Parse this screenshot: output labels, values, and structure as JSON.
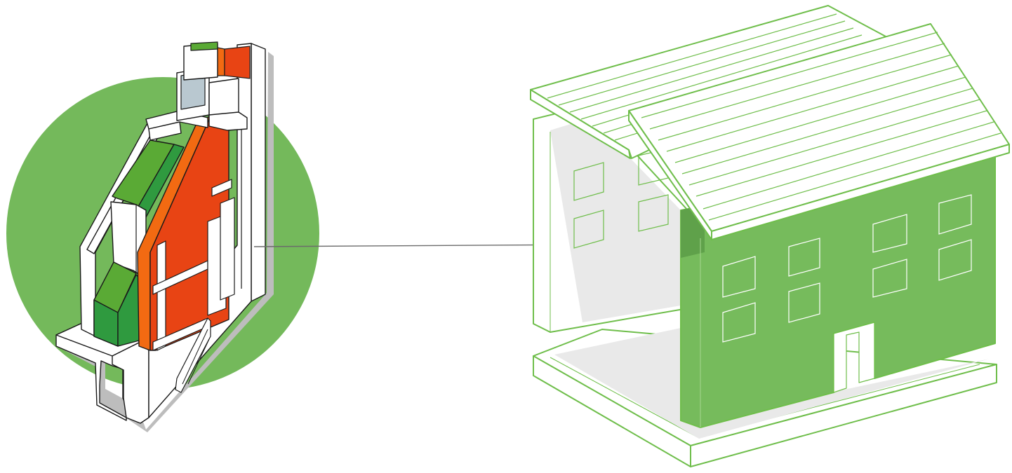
{
  "diagram": {
    "kind": "wall-section-to-building-callout",
    "components": [
      "wall-section-detail",
      "building-exploded-view",
      "callout-connector"
    ],
    "colors": {
      "green_background": "#74b95b",
      "green_light": "#5aaa35",
      "green_dark": "#2f9a3f",
      "orange_light": "#f26a12",
      "orange_dark": "#e84414",
      "glass": "#b9c8d0",
      "outline": "#1a1a1a",
      "shadow": "#bdbdbd",
      "connector": "#6b6b6b",
      "house_outline": "#6fbe4b",
      "house_wall": "#76bb5c",
      "house_shade": "#e9e9e9"
    },
    "icons": {
      "connector_dot": "connector-dot-icon"
    }
  }
}
